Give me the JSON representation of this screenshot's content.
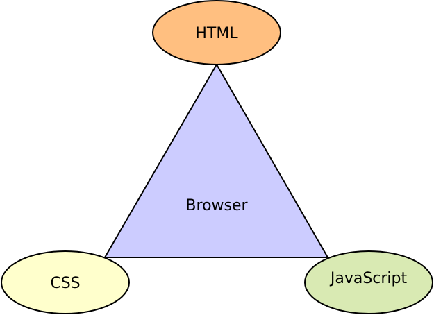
{
  "diagram": {
    "center": {
      "label": "Browser",
      "fill": "#ccccff"
    },
    "nodes": {
      "html": {
        "label": "HTML",
        "fill": "#ffbf80"
      },
      "css": {
        "label": "CSS",
        "fill": "#ffffcc"
      },
      "javascript": {
        "label": "JavaScript",
        "fill": "#d9eab3"
      }
    },
    "stroke": "#000000"
  }
}
